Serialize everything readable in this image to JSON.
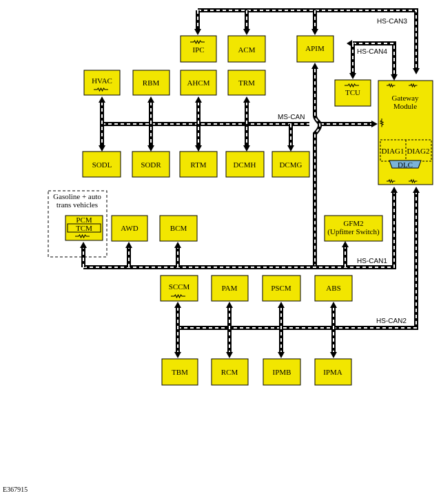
{
  "colors": {
    "module_fill": "#f2e600",
    "dlc_fill": "#7bb3d9",
    "bus_dark": "#000000",
    "bus_light": "#ffffff"
  },
  "modules": {
    "ipc": "IPC",
    "acm": "ACM",
    "apim": "APIM",
    "tcu": "TCU",
    "hvac": "HVAC",
    "rbm": "RBM",
    "ahcm": "AHCM",
    "trm": "TRM",
    "sodl": "SODL",
    "sodr": "SODR",
    "rtm": "RTM",
    "dcmh": "DCMH",
    "dcmg": "DCMG",
    "pcm": "PCM",
    "tcm": "TCM",
    "awd": "AWD",
    "bcm": "BCM",
    "gfm2_line1": "GFM2",
    "gfm2_line2": "(Upfitter Switch)",
    "sccm": "SCCM",
    "pam": "PAM",
    "pscm": "PSCM",
    "abs": "ABS",
    "tbm": "TBM",
    "rcm": "RCM",
    "ipmb": "IPMB",
    "ipma": "IPMA",
    "gateway_line1": "Gateway",
    "gateway_line2": "Module",
    "diag1": "DIAG1",
    "diag2": "DIAG2",
    "dlc": "DLC"
  },
  "group": {
    "line1": "Gasoline + auto",
    "line2": "trans vehicles"
  },
  "buses": {
    "hs_can3": "HS-CAN3",
    "hs_can4": "HS-CAN4",
    "ms_can": "MS-CAN",
    "hs_can1": "HS-CAN1",
    "hs_can2": "HS-CAN2"
  },
  "figure_ref": "E367915"
}
